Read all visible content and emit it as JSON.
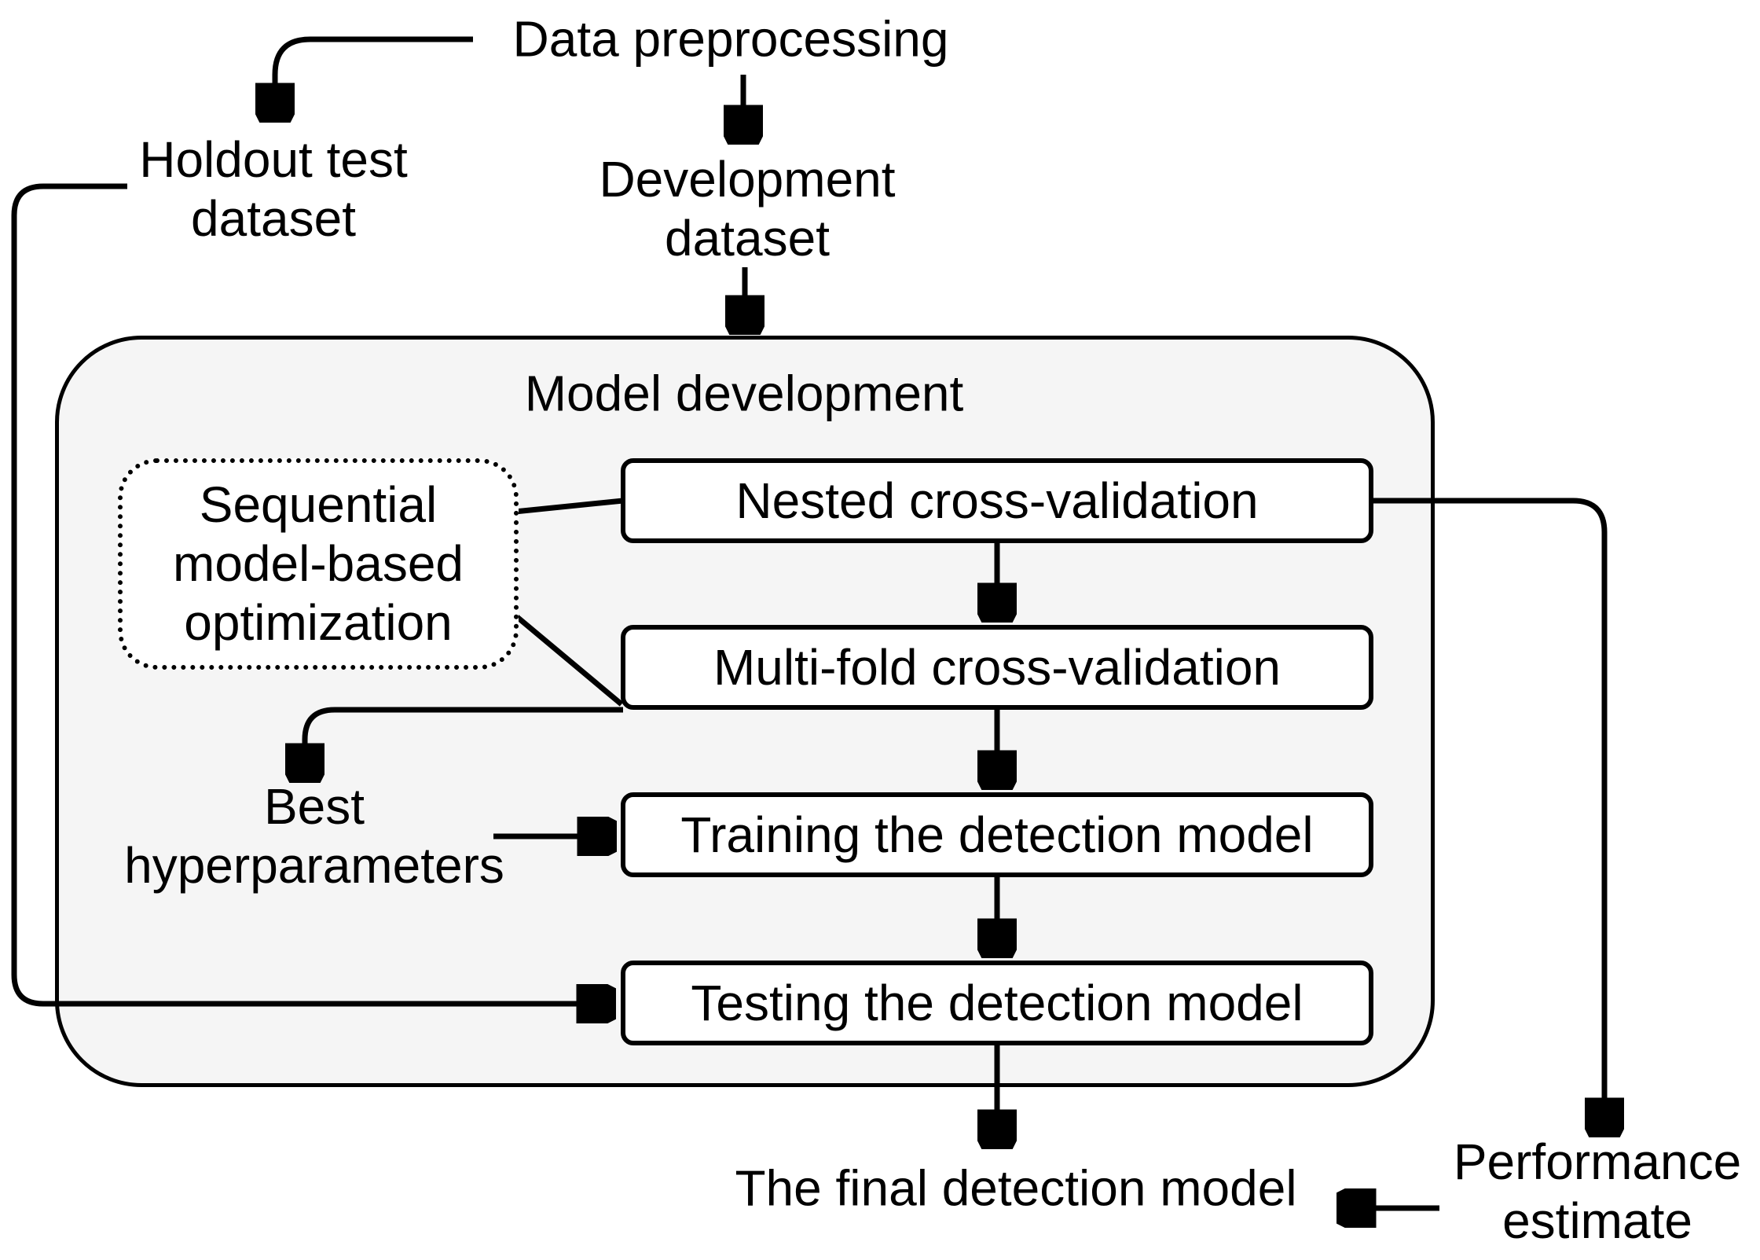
{
  "colors": {
    "bg": "#ffffff",
    "ink": "#000000",
    "container-fill": "#f5f5f5",
    "box-fill": "#ffffff"
  },
  "nodes": {
    "data_preprocessing": {
      "label": "Data preprocessing"
    },
    "holdout_dataset": {
      "lines": [
        "Holdout test",
        "dataset"
      ]
    },
    "development_dataset": {
      "lines": [
        "Development",
        "dataset"
      ]
    },
    "model_development": {
      "title": "Model development"
    },
    "smbo": {
      "lines": [
        "Sequential",
        "model-based",
        "optimization"
      ]
    },
    "nested_cv": {
      "label": "Nested cross-validation"
    },
    "multifold_cv": {
      "label": "Multi-fold cross-validation"
    },
    "training": {
      "label": "Training the detection model"
    },
    "testing": {
      "label": "Testing the detection model"
    },
    "best_hyperparameters": {
      "lines": [
        "Best",
        "hyperparameters"
      ]
    },
    "final_model": {
      "label": "The final detection model"
    },
    "performance_estimate": {
      "lines": [
        "Performance",
        "estimate"
      ]
    }
  }
}
